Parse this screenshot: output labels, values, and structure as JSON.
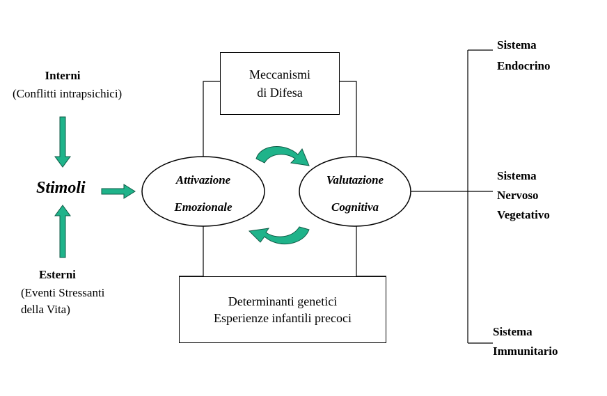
{
  "stimuli": {
    "internal": {
      "title": "Interni",
      "desc": "(Conflitti intrapsichici)"
    },
    "label": "Stimoli",
    "external": {
      "title": "Esterni",
      "line1": "(Eventi Stressanti",
      "line2": "della Vita)"
    }
  },
  "defense_box": {
    "line1": "Meccanismi",
    "line2": "di Difesa"
  },
  "emotional_activation": {
    "line1": "Attivazione",
    "line2": "Emozionale"
  },
  "cognitive_evaluation": {
    "line1": "Valutazione",
    "line2": "Cognitiva"
  },
  "determinants_box": {
    "line1": "Determinanti genetici",
    "line2": "Esperienze infantili precoci"
  },
  "systems": {
    "endocrine": {
      "line1": "Sistema",
      "line2": "Endocrino"
    },
    "autonomic": {
      "line1": "Sistema",
      "line2": "Nervoso",
      "line3": "Vegetativo"
    },
    "immune": {
      "line1": "Sistema",
      "line2": "Immunitario"
    }
  },
  "colors": {
    "arrow_fill": "#1FB38A",
    "arrow_stroke": "#0E5A45",
    "line": "#000000"
  }
}
